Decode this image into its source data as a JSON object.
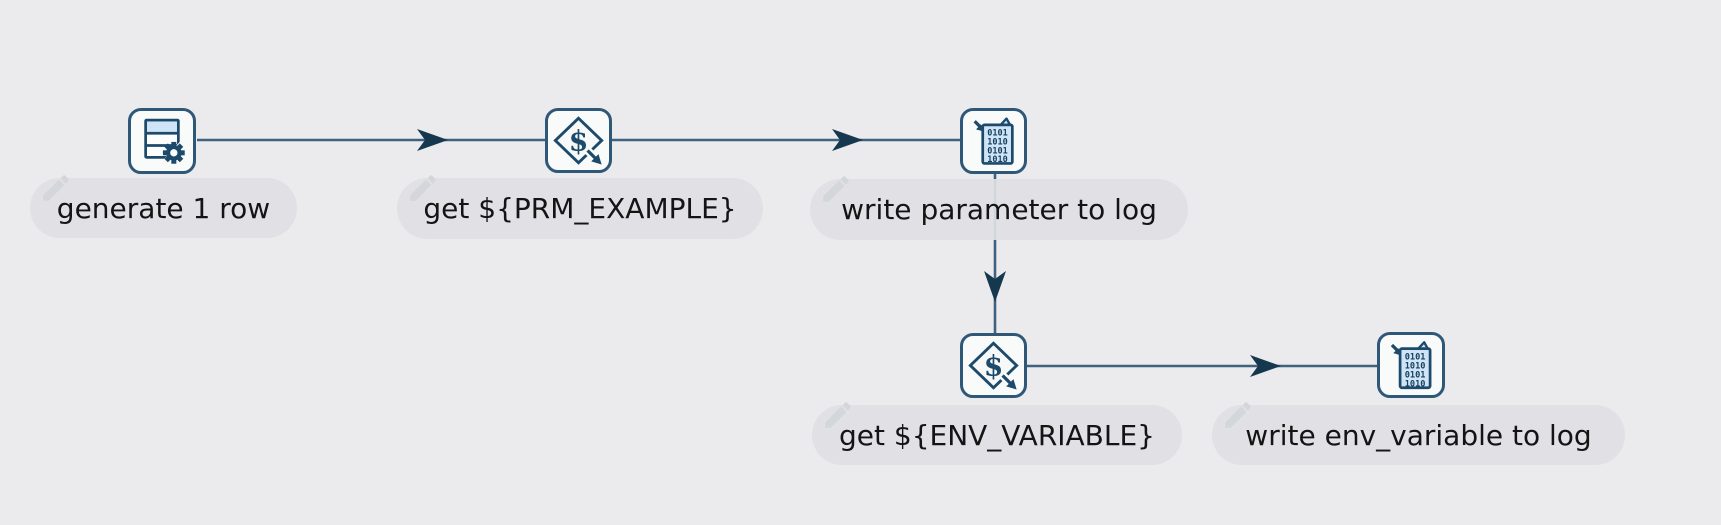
{
  "canvas": {
    "background_color": "#ebebed"
  },
  "palette": {
    "node_border": "#2f5878",
    "node_background": "#f9fafa",
    "icon_navy": "#1d4a6a",
    "icon_light_blue": "#cfe5f7",
    "hop_line": "#3f627e",
    "arrowhead": "#16384f",
    "label_background": "#e3e3e6",
    "label_text": "#141414",
    "pencil_icon": "#d3d6da"
  },
  "nodes": [
    {
      "label": "generate 1 row",
      "type": "generate-rows",
      "icon": "table-gear-icon"
    },
    {
      "label": "get ${PRM_EXAMPLE}",
      "type": "get-variables",
      "icon": "dollar-diamond-icon"
    },
    {
      "label": "write parameter to log",
      "type": "write-to-log",
      "icon": "binary-document-icon"
    },
    {
      "label": "get ${ENV_VARIABLE}",
      "type": "get-variables",
      "icon": "dollar-diamond-icon"
    },
    {
      "label": "write env_variable to log",
      "type": "write-to-log",
      "icon": "binary-document-icon"
    }
  ],
  "hops": [
    {
      "from": "generate 1 row",
      "to": "get ${PRM_EXAMPLE}"
    },
    {
      "from": "get ${PRM_EXAMPLE}",
      "to": "write parameter to log"
    },
    {
      "from": "write parameter to log",
      "to": "get ${ENV_VARIABLE}"
    },
    {
      "from": "get ${ENV_VARIABLE}",
      "to": "write env_variable to log"
    }
  ],
  "icon_text": {
    "dollar": "$",
    "binary_lines": [
      "0101",
      "1010",
      "0101",
      "1010"
    ]
  }
}
